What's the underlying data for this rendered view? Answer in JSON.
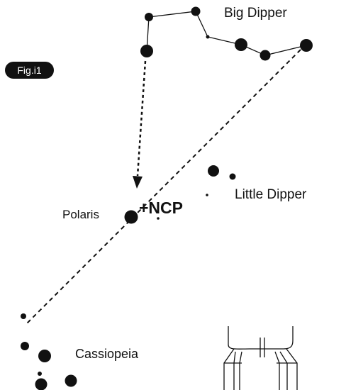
{
  "figure_tag": "Fig.i1",
  "labels": {
    "big_dipper": "Big Dipper",
    "little_dipper": "Little Dipper",
    "polaris": "Polaris",
    "ncp": "+NCP",
    "cassiopeia": "Cassiopeia"
  },
  "colors": {
    "ink": "#111111",
    "background": "#ffffff"
  }
}
